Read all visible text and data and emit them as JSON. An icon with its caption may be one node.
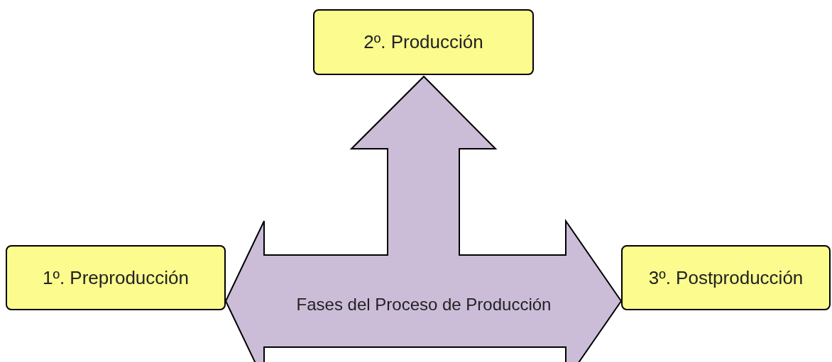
{
  "diagram": {
    "nodes": [
      {
        "text": [
          "2º. Producción"
        ]
      },
      {
        "text": [
          "1º. Preproducción"
        ]
      },
      {
        "text": [
          "3º. Postproducción"
        ]
      }
    ],
    "edges": [
      {
        "from": 1,
        "to": 2,
        "arrow": "both"
      },
      {
        "from": null,
        "to": 0,
        "arrow": "to"
      }
    ],
    "labels": [
      "Fases del Proceso de Producción"
    ]
  }
}
